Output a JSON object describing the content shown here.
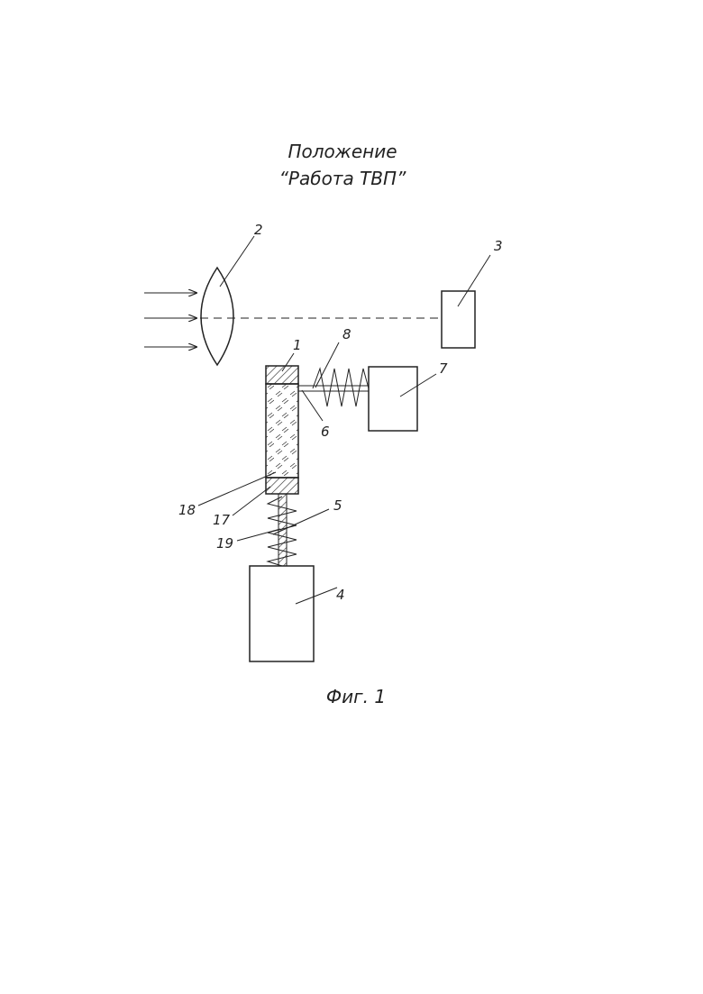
{
  "title": {
    "line1": "Положение",
    "line2": "“Работа ТВП”"
  },
  "figure_caption": "Фиг. 1",
  "labels": {
    "lens": "2",
    "detector": "3",
    "crystal": "1",
    "spring_top": "8",
    "rod_top": "6",
    "actuator_right": "7",
    "spring_bottom": "5",
    "actuator_bottom": "4",
    "filter_element": "18",
    "holder": "17",
    "rod_bottom": "19"
  }
}
